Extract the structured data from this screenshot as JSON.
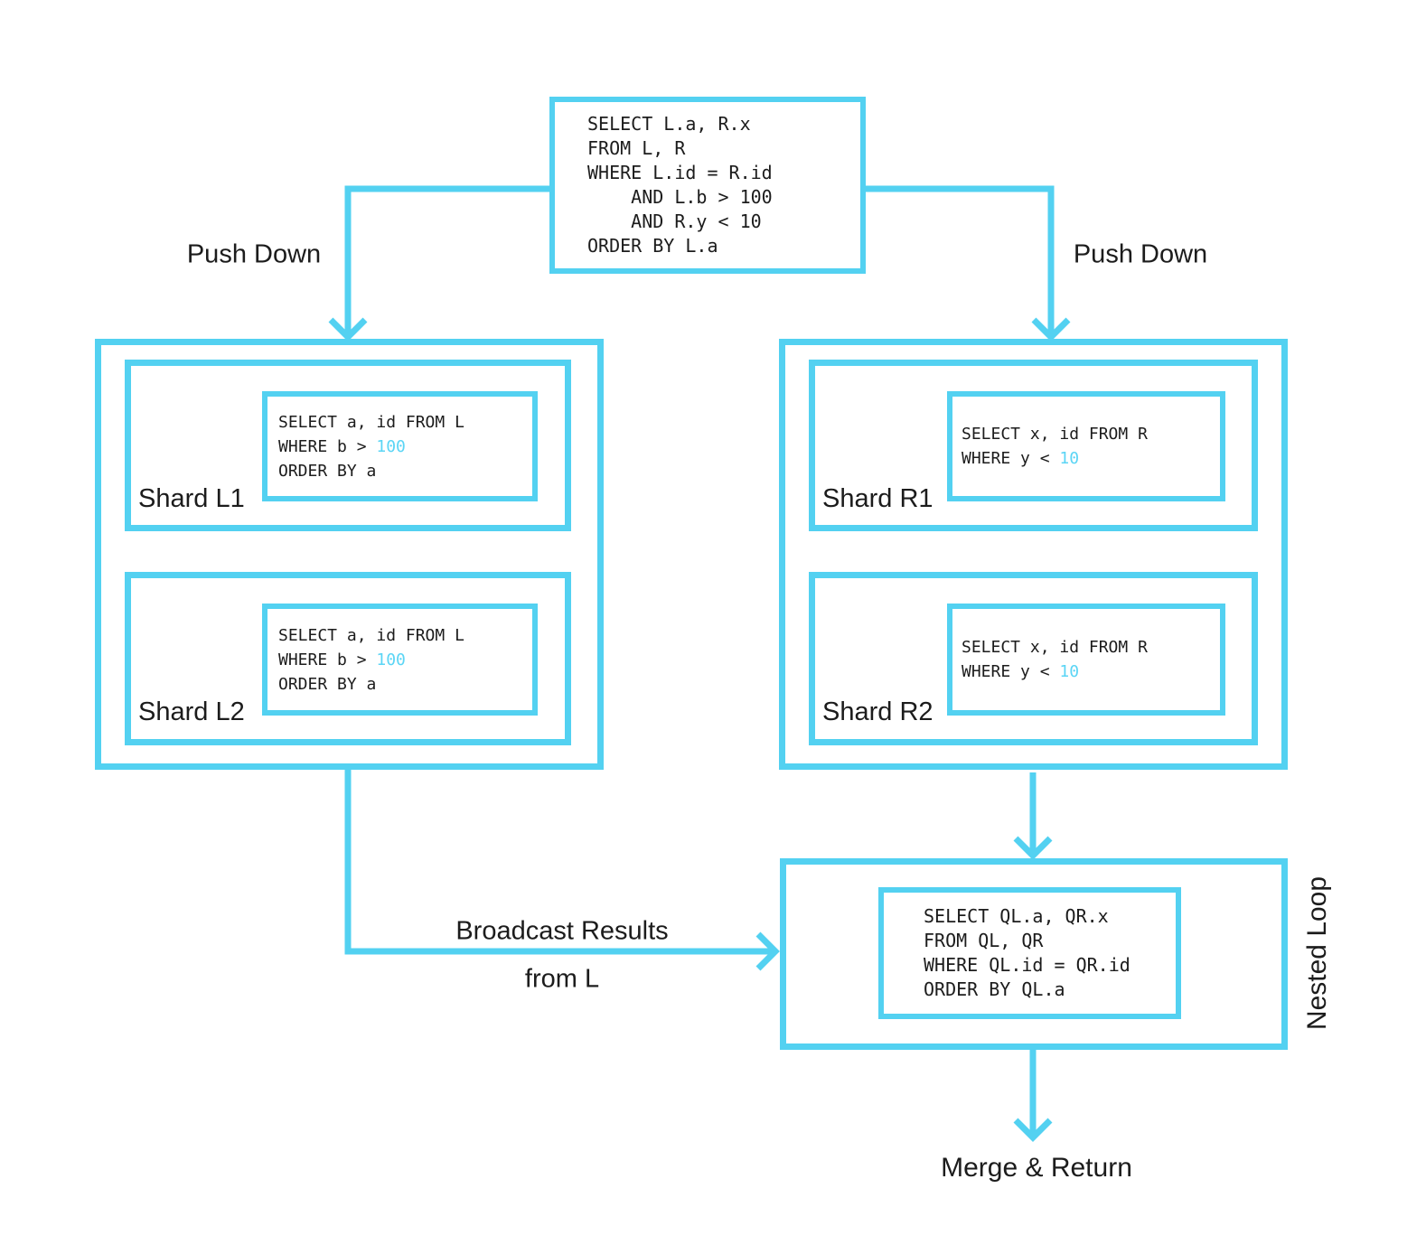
{
  "colors": {
    "accent": "#53d1f1",
    "highlight": "#5bd5f5",
    "text": "#1c1c1c"
  },
  "root_query": {
    "lines": [
      "SELECT L.a, R.x",
      "FROM L, R",
      "WHERE L.id = R.id",
      "    AND L.b > 100",
      "    AND R.y < 10",
      "ORDER BY L.a"
    ]
  },
  "labels": {
    "push_down_left": "Push Down",
    "push_down_right": "Push Down",
    "broadcast_line1": "Broadcast Results",
    "broadcast_line2": "from L",
    "merge_return": "Merge & Return"
  },
  "left_cluster": {
    "shards": [
      {
        "label": "Shard L1",
        "code": {
          "line1": "SELECT a, id FROM L",
          "line2_prefix": "WHERE b > ",
          "line2_value": "100",
          "line3": "ORDER BY a"
        }
      },
      {
        "label": "Shard L2",
        "code": {
          "line1": "SELECT a, id FROM L",
          "line2_prefix": "WHERE b > ",
          "line2_value": "100",
          "line3": "ORDER BY a"
        }
      }
    ]
  },
  "right_cluster": {
    "shards": [
      {
        "label": "Shard R1",
        "code": {
          "line1": "SELECT x, id FROM R",
          "line2_prefix": "WHERE y < ",
          "line2_value": "10"
        }
      },
      {
        "label": "Shard R2",
        "code": {
          "line1": "SELECT x, id FROM R",
          "line2_prefix": "WHERE y < ",
          "line2_value": "10"
        }
      }
    ]
  },
  "join_box": {
    "lines": [
      "SELECT QL.a, QR.x",
      "FROM QL, QR",
      "WHERE QL.id = QR.id",
      "ORDER BY QL.a"
    ],
    "side_label": "Nested Loop"
  }
}
